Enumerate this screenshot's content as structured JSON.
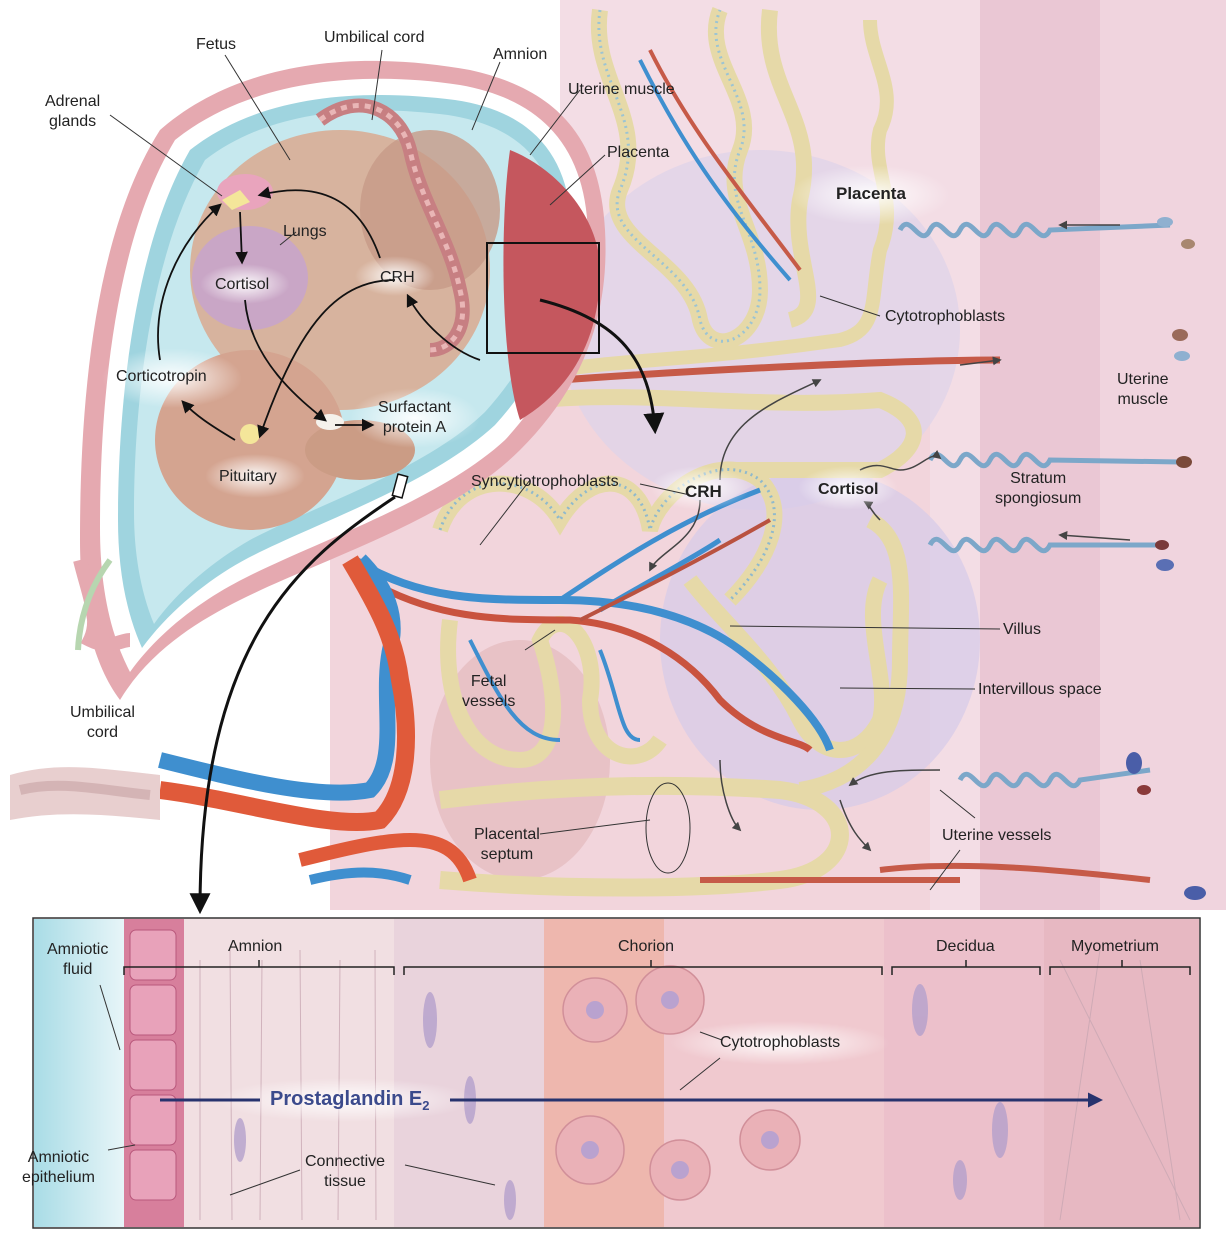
{
  "colors": {
    "maternal_red": "#c84a3a",
    "fetal_blue": "#3a8ccf",
    "arrow_navy": "#27336e",
    "tissue_pink": "#f1ccd2",
    "amniotic_fluid": "#b7e1ea"
  },
  "fetus_panel": {
    "fetus": "Fetus",
    "umbilical_cord": "Umbilical cord",
    "amnion": "Amnion",
    "uterine_muscle": "Uterine muscle",
    "adrenal_glands": "Adrenal\nglands",
    "placenta": "Placenta",
    "lungs": "Lungs",
    "cortisol": "Cortisol",
    "crh": "CRH",
    "corticotropin": "Corticotropin",
    "surfactant": "Surfactant\nprotein A",
    "pituitary": "Pituitary"
  },
  "placenta_panel": {
    "title": "Placenta",
    "cytotrophoblasts": "Cytotrophoblasts",
    "uterine_muscle": "Uterine\nmuscle",
    "syncytiotrophoblasts": "Syncytiotrophoblasts",
    "crh": "CRH",
    "cortisol": "Cortisol",
    "stratum_spongiosum": "Stratum\nspongiosum",
    "villus": "Villus",
    "fetal_vessels": "Fetal\nvessels",
    "intervillous_space": "Intervillous space",
    "umbilical_cord": "Umbilical\ncord",
    "placental_septum": "Placental\nseptum",
    "uterine_vessels": "Uterine vessels"
  },
  "membrane_panel": {
    "amniotic_fluid": "Amniotic\nfluid",
    "amnion": "Amnion",
    "chorion": "Chorion",
    "decidua": "Decidua",
    "myometrium": "Myometrium",
    "cytotrophoblasts": "Cytotrophoblasts",
    "prostaglandin": "Prostaglandin E",
    "prostaglandin_sub": "2",
    "amniotic_epithelium": "Amniotic\nepithelium",
    "connective_tissue": "Connective\ntissue"
  }
}
